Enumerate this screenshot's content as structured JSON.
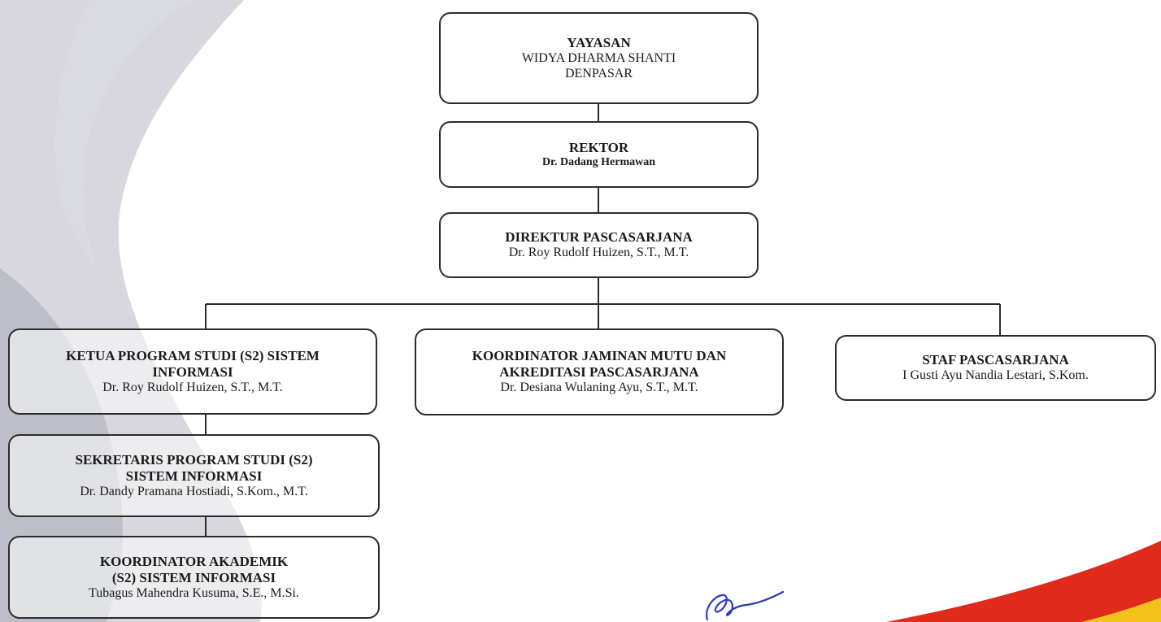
{
  "nodes": {
    "yayasan": {
      "title": "YAYASAN",
      "lines": [
        "WIDYA DHARMA SHANTI",
        "DENPASAR"
      ]
    },
    "rektor": {
      "title": "REKTOR",
      "name": "Dr. Dadang Hermawan"
    },
    "direktur": {
      "title": "DIREKTUR PASCASARJANA",
      "name": "Dr. Roy Rudolf  Huizen, S.T., M.T."
    },
    "kaprodi": {
      "title_lines": [
        "KETUA PROGRAM STUDI (S2) SISTEM",
        "INFORMASI"
      ],
      "name": "Dr. Roy Rudolf  Huizen, S.T., M.T."
    },
    "koordinator_mutu": {
      "title_lines": [
        "KOORDINATOR JAMINAN MUTU DAN",
        "AKREDITASI PASCASARJANA"
      ],
      "name": "Dr. Desiana Wulaning Ayu, S.T., M.T."
    },
    "staf": {
      "title": "STAF PASCASARJANA",
      "name": "I Gusti Ayu Nandia Lestari, S.Kom."
    },
    "sekretaris": {
      "title_lines": [
        "SEKRETARIS PROGRAM STUDI (S2)",
        "SISTEM INFORMASI"
      ],
      "name": "Dr. Dandy Pramana Hostiadi, S.Kom., M.T."
    },
    "koordinator_akademik": {
      "title_lines": [
        "KOORDINATOR AKADEMIK",
        "(S2) SISTEM INFORMASI"
      ],
      "name": "Tubagus Mahendra Kusuma, S.E., M.Si."
    }
  },
  "colors": {
    "watermark": "#c9c9d1",
    "stripe_red": "#e02a1c",
    "stripe_yellow": "#f3c21c",
    "stroke": "#2b2b2b",
    "signature": "#2d3bbf"
  }
}
